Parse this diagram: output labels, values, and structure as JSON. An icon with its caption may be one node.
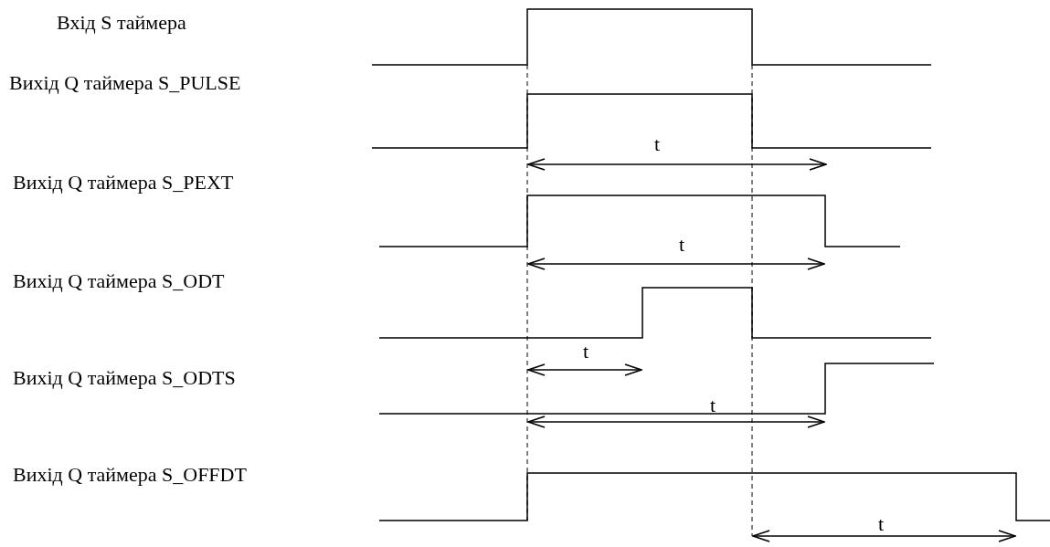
{
  "diagram": {
    "labels": [
      "Вхід S таймера",
      "Вихід Q таймера S_PULSE",
      "t",
      "Вихід Q таймера S_PEXT",
      "t",
      "Вихід Q таймера S_ODT",
      "t",
      "Вихід Q таймера S_ODTS",
      "t",
      "Вихід Q таймера S_OFFDT",
      "t"
    ]
  }
}
